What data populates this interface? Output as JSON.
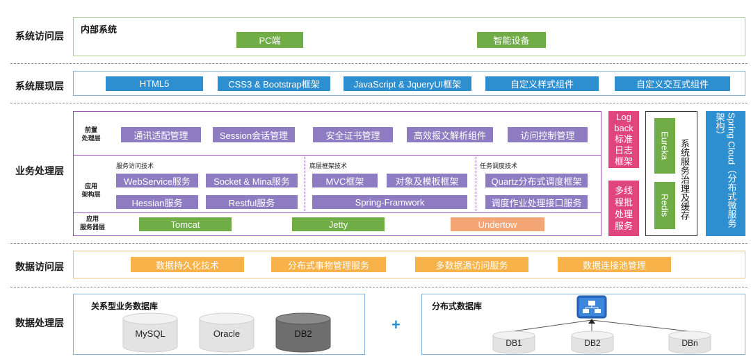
{
  "layers": {
    "access": "系统访问层",
    "presentation": "系统展现层",
    "business": "业务处理层",
    "data_access": "数据访问层",
    "data_process": "数据处理层"
  },
  "access_layer": {
    "title": "内部系统",
    "items": [
      "PC端",
      "智能设备"
    ]
  },
  "presentation_layer": {
    "items": [
      "HTML5",
      "CSS3 & Bootstrap框架",
      "JavaScript & JqueryUI框架",
      "自定义样式组件",
      "自定义交互式组件"
    ]
  },
  "business_layer": {
    "front_label": "前置\n处理层",
    "front_items": [
      "通讯适配管理",
      "Session会话管理",
      "安全证书管理",
      "高效报文解析组件",
      "访问控制管理"
    ],
    "app_label": "应用\n架构层",
    "groups": {
      "service": {
        "title": "服务访问技术",
        "items": [
          "WebService服务",
          "Socket & Mina服务",
          "Hessian服务",
          "Restful服务"
        ]
      },
      "base": {
        "title": "底层框架技术",
        "items": [
          "MVC框架",
          "对象及模板框架",
          "Spring-Framwork"
        ]
      },
      "task": {
        "title": "任务调度技术",
        "items": [
          "Quartz分布式调度框架",
          "调度作业处理接口服务"
        ]
      }
    },
    "server_label": "应用\n服务器层",
    "servers": [
      "Tomcat",
      "Jetty",
      "Undertow"
    ],
    "logback": "Log back 标准 日志 框架",
    "multithread": "多线 程批 处理 服务",
    "eureka": "Eureka",
    "redis": "Redis",
    "governance": "系统服务治理及缓存",
    "spring_cloud": "Spring Cloud（分布式微服务架构）"
  },
  "data_access_layer": {
    "items": [
      "数据持久化技术",
      "分布式事物管理服务",
      "多数据源访问服务",
      "数据连接池管理"
    ]
  },
  "data_process_layer": {
    "relational_title": "关系型业务数据库",
    "relational_dbs": [
      "MySQL",
      "Oracle",
      "DB2"
    ],
    "plus": "+",
    "distributed_title": "分布式数据库",
    "distributed_dbs": [
      "DB1",
      "DB2",
      "DBn"
    ]
  },
  "colors": {
    "green": "#70ad47",
    "blue": "#2e8fd0",
    "purple": "#8e7cc3",
    "orange": "#f7b24a",
    "pink": "#e0457b"
  }
}
